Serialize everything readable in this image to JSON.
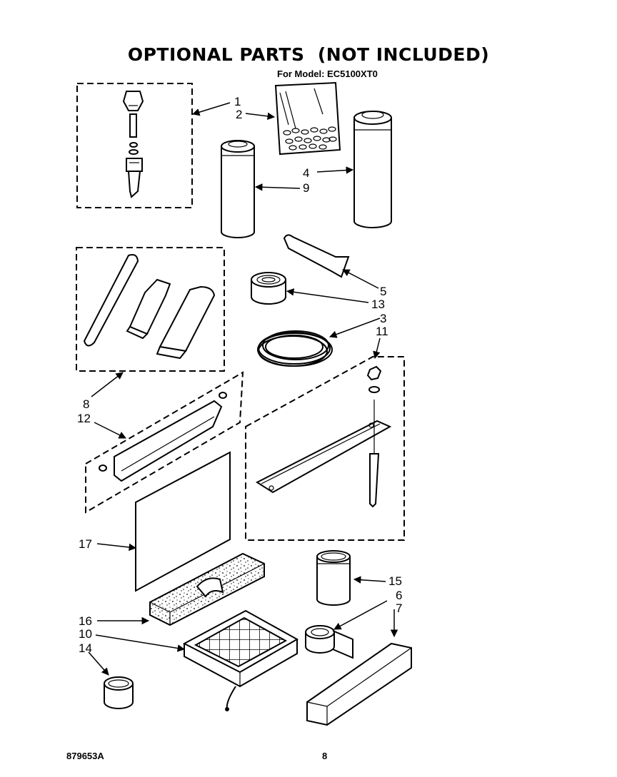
{
  "header": {
    "title": "OPTIONAL PARTS  (NOT INCLUDED)",
    "subtitle": "For Model: EC5100XT0"
  },
  "callouts": {
    "c1": "1",
    "c2": "2",
    "c3": "3",
    "c4": "4",
    "c5": "5",
    "c6": "6",
    "c7": "7",
    "c8": "8",
    "c9": "9",
    "c10": "10",
    "c11": "11",
    "c12": "12",
    "c13": "13",
    "c14": "14",
    "c15": "15",
    "c16": "16",
    "c17": "17"
  },
  "footer": {
    "doc_code": "879653A",
    "page_number": "8"
  }
}
